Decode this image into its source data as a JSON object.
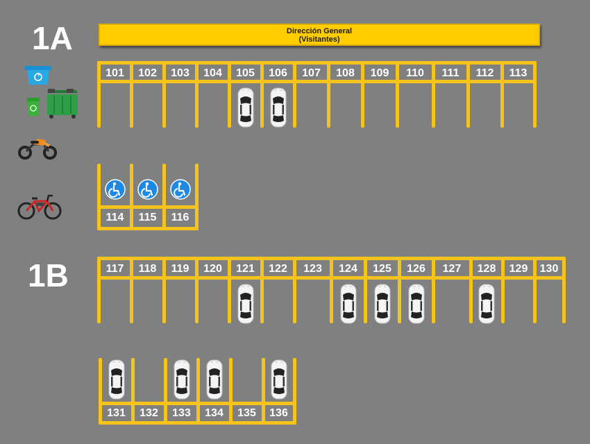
{
  "sections": [
    {
      "label": "1A"
    },
    {
      "label": "1B"
    }
  ],
  "banner": {
    "line1": "Dirección General",
    "line2": "(Visitantes)"
  },
  "colors": {
    "background": "#808080",
    "lines": "#f6c21c",
    "banner": "#ffcc00",
    "accessible": "#1e88e5"
  },
  "icons": [
    "recycle-bin-icon",
    "trash-bin-icon",
    "dumpster-icon",
    "motorcycle-icon",
    "bicycle-icon",
    "wheelchair-icon",
    "car-icon"
  ],
  "rows": [
    {
      "id": "row-101-113",
      "slots": [
        {
          "number": "101",
          "occupied": false
        },
        {
          "number": "102",
          "occupied": false
        },
        {
          "number": "103",
          "occupied": false
        },
        {
          "number": "104",
          "occupied": false
        },
        {
          "number": "105",
          "occupied": true
        },
        {
          "number": "106",
          "occupied": true
        },
        {
          "number": "107",
          "occupied": false
        },
        {
          "number": "108",
          "occupied": false
        },
        {
          "number": "109",
          "occupied": false
        },
        {
          "number": "110",
          "occupied": false
        },
        {
          "number": "111",
          "occupied": false
        },
        {
          "number": "112",
          "occupied": false
        },
        {
          "number": "113",
          "occupied": false
        }
      ]
    },
    {
      "id": "row-114-116",
      "slots": [
        {
          "number": "114",
          "occupied": false,
          "accessible": true
        },
        {
          "number": "115",
          "occupied": false,
          "accessible": true
        },
        {
          "number": "116",
          "occupied": false,
          "accessible": true
        }
      ]
    },
    {
      "id": "row-117-130",
      "slots": [
        {
          "number": "117",
          "occupied": false
        },
        {
          "number": "118",
          "occupied": false
        },
        {
          "number": "119",
          "occupied": false
        },
        {
          "number": "120",
          "occupied": false
        },
        {
          "number": "121",
          "occupied": true
        },
        {
          "number": "122",
          "occupied": false
        },
        {
          "number": "123",
          "occupied": false
        },
        {
          "number": "124",
          "occupied": true
        },
        {
          "number": "125",
          "occupied": true
        },
        {
          "number": "126",
          "occupied": true
        },
        {
          "number": "127",
          "occupied": false
        },
        {
          "number": "128",
          "occupied": true
        },
        {
          "number": "129",
          "occupied": false
        },
        {
          "number": "130",
          "occupied": false
        }
      ]
    },
    {
      "id": "row-131-136",
      "slots": [
        {
          "number": "131",
          "occupied": true
        },
        {
          "number": "132",
          "occupied": false
        },
        {
          "number": "133",
          "occupied": true
        },
        {
          "number": "134",
          "occupied": true
        },
        {
          "number": "135",
          "occupied": false
        },
        {
          "number": "136",
          "occupied": true
        }
      ]
    }
  ]
}
